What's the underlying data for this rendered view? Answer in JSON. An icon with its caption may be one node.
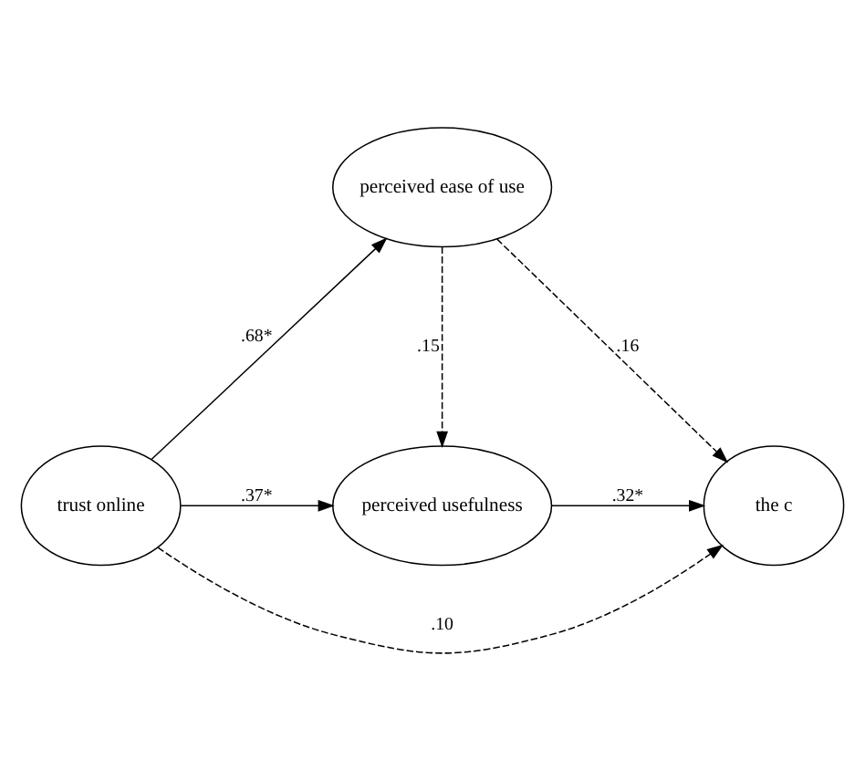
{
  "diagram": {
    "nodes": [
      {
        "text": [
          "trust online"
        ]
      },
      {
        "text": [
          "perceived ease of use"
        ]
      },
      {
        "text": [
          "perceived usefulness"
        ]
      },
      {
        "text": [
          "the c"
        ]
      }
    ],
    "edges": [
      {
        "from": 0,
        "to": 1,
        "arrow": "to",
        "label": ".68*"
      },
      {
        "from": 1,
        "to": 3,
        "arrow": "to",
        "label": ".16",
        "style": "dashed"
      },
      {
        "from": 1,
        "to": 2,
        "arrow": "to",
        "label": ".15",
        "style": "dashed"
      },
      {
        "from": 0,
        "to": 3,
        "arrow": "to",
        "label": ".10",
        "style": "dashed"
      },
      {
        "from": 0,
        "to": 2,
        "arrow": "to",
        "label": ".37*"
      },
      {
        "from": 2,
        "to": 3,
        "arrow": "to",
        "label": ".32*"
      }
    ]
  }
}
